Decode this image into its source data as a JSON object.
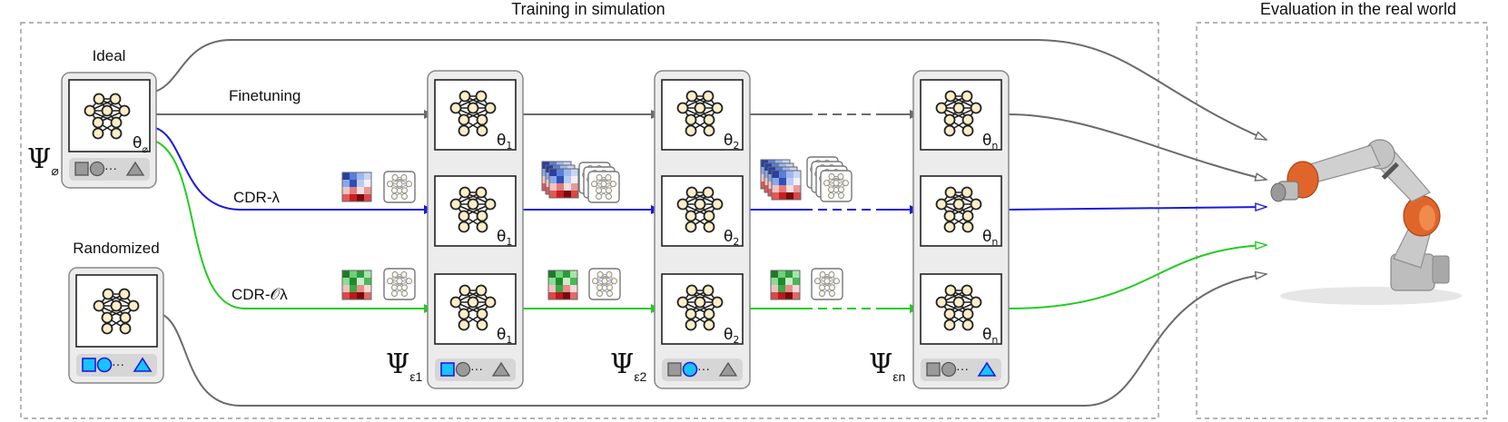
{
  "sections": {
    "training_title": "Training in simulation",
    "evaluation_title": "Evaluation in the real world"
  },
  "policies": {
    "ideal_label": "Ideal",
    "randomized_label": "Randomized",
    "psi_symbol": "Ψ",
    "ideal_sub": "⌀",
    "theta_symbol": "θ",
    "theta_ideal_sub": "⌀"
  },
  "paths": {
    "finetuning_label": "Finetuning",
    "cdr_lambda_label": "CDR-λ",
    "cdr_o_lambda_label": "CDR-𝒪λ"
  },
  "stages": [
    {
      "psi_sub": "ε1",
      "theta_sub": "1"
    },
    {
      "psi_sub": "ε2",
      "theta_sub": "2"
    },
    {
      "psi_sub": "εn",
      "theta_sub": "n"
    }
  ],
  "env_symbols": {
    "dots": "···"
  },
  "colors": {
    "finetuning": "#6b6b6b",
    "cdr_lambda": "#1a1adc",
    "cdr_o_lambda": "#22cc22",
    "randomized_param": "#19c3ff",
    "node_fill": "#fbeec8"
  },
  "icons": {
    "network": "neural-network-icon",
    "robot": "robot-arm-icon"
  }
}
